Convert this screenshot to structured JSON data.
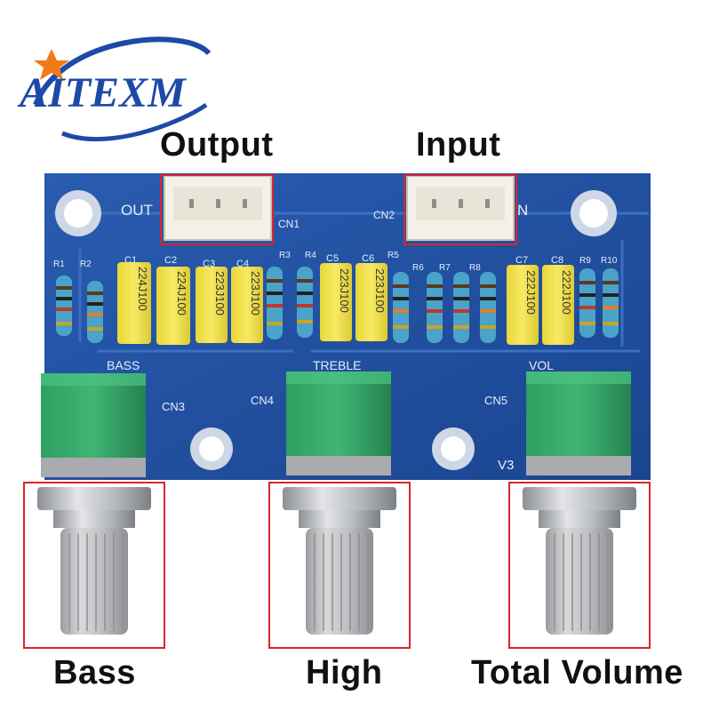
{
  "brand": {
    "logo_text": "AITEXM",
    "color_primary": "#1d4aa8",
    "color_accent": "#f07b16"
  },
  "callouts": {
    "output": "Output",
    "input": "Input",
    "bass": "Bass",
    "high": "High",
    "total_volume": "Total Volume"
  },
  "pcb": {
    "out_label": "OUT",
    "in_label": "N",
    "connectors": [
      "CN1",
      "CN2",
      "CN3",
      "CN4",
      "CN5"
    ],
    "section_labels": [
      "BASS",
      "TREBLE",
      "VOL"
    ],
    "board_mark": "V3",
    "capacitors": [
      {
        "ref": "C1",
        "marking": "224J100"
      },
      {
        "ref": "C2",
        "marking": "224J100"
      },
      {
        "ref": "C3",
        "marking": "223J100"
      },
      {
        "ref": "C4",
        "marking": "223J100"
      },
      {
        "ref": "C5",
        "marking": "223J100"
      },
      {
        "ref": "C6",
        "marking": "223J100"
      },
      {
        "ref": "C7",
        "marking": "222J100"
      },
      {
        "ref": "C8",
        "marking": "222J100"
      }
    ],
    "resistors": [
      "R1",
      "R2",
      "R3",
      "R4",
      "R5",
      "R6",
      "R7",
      "R8",
      "R9",
      "R10"
    ],
    "colors": {
      "board": "#1f4f9e",
      "silkscreen": "#e6eefb",
      "capacitor": "#f2e34c",
      "potentiometer": "#2c9a5f",
      "callout_box": "#d8262c"
    }
  }
}
